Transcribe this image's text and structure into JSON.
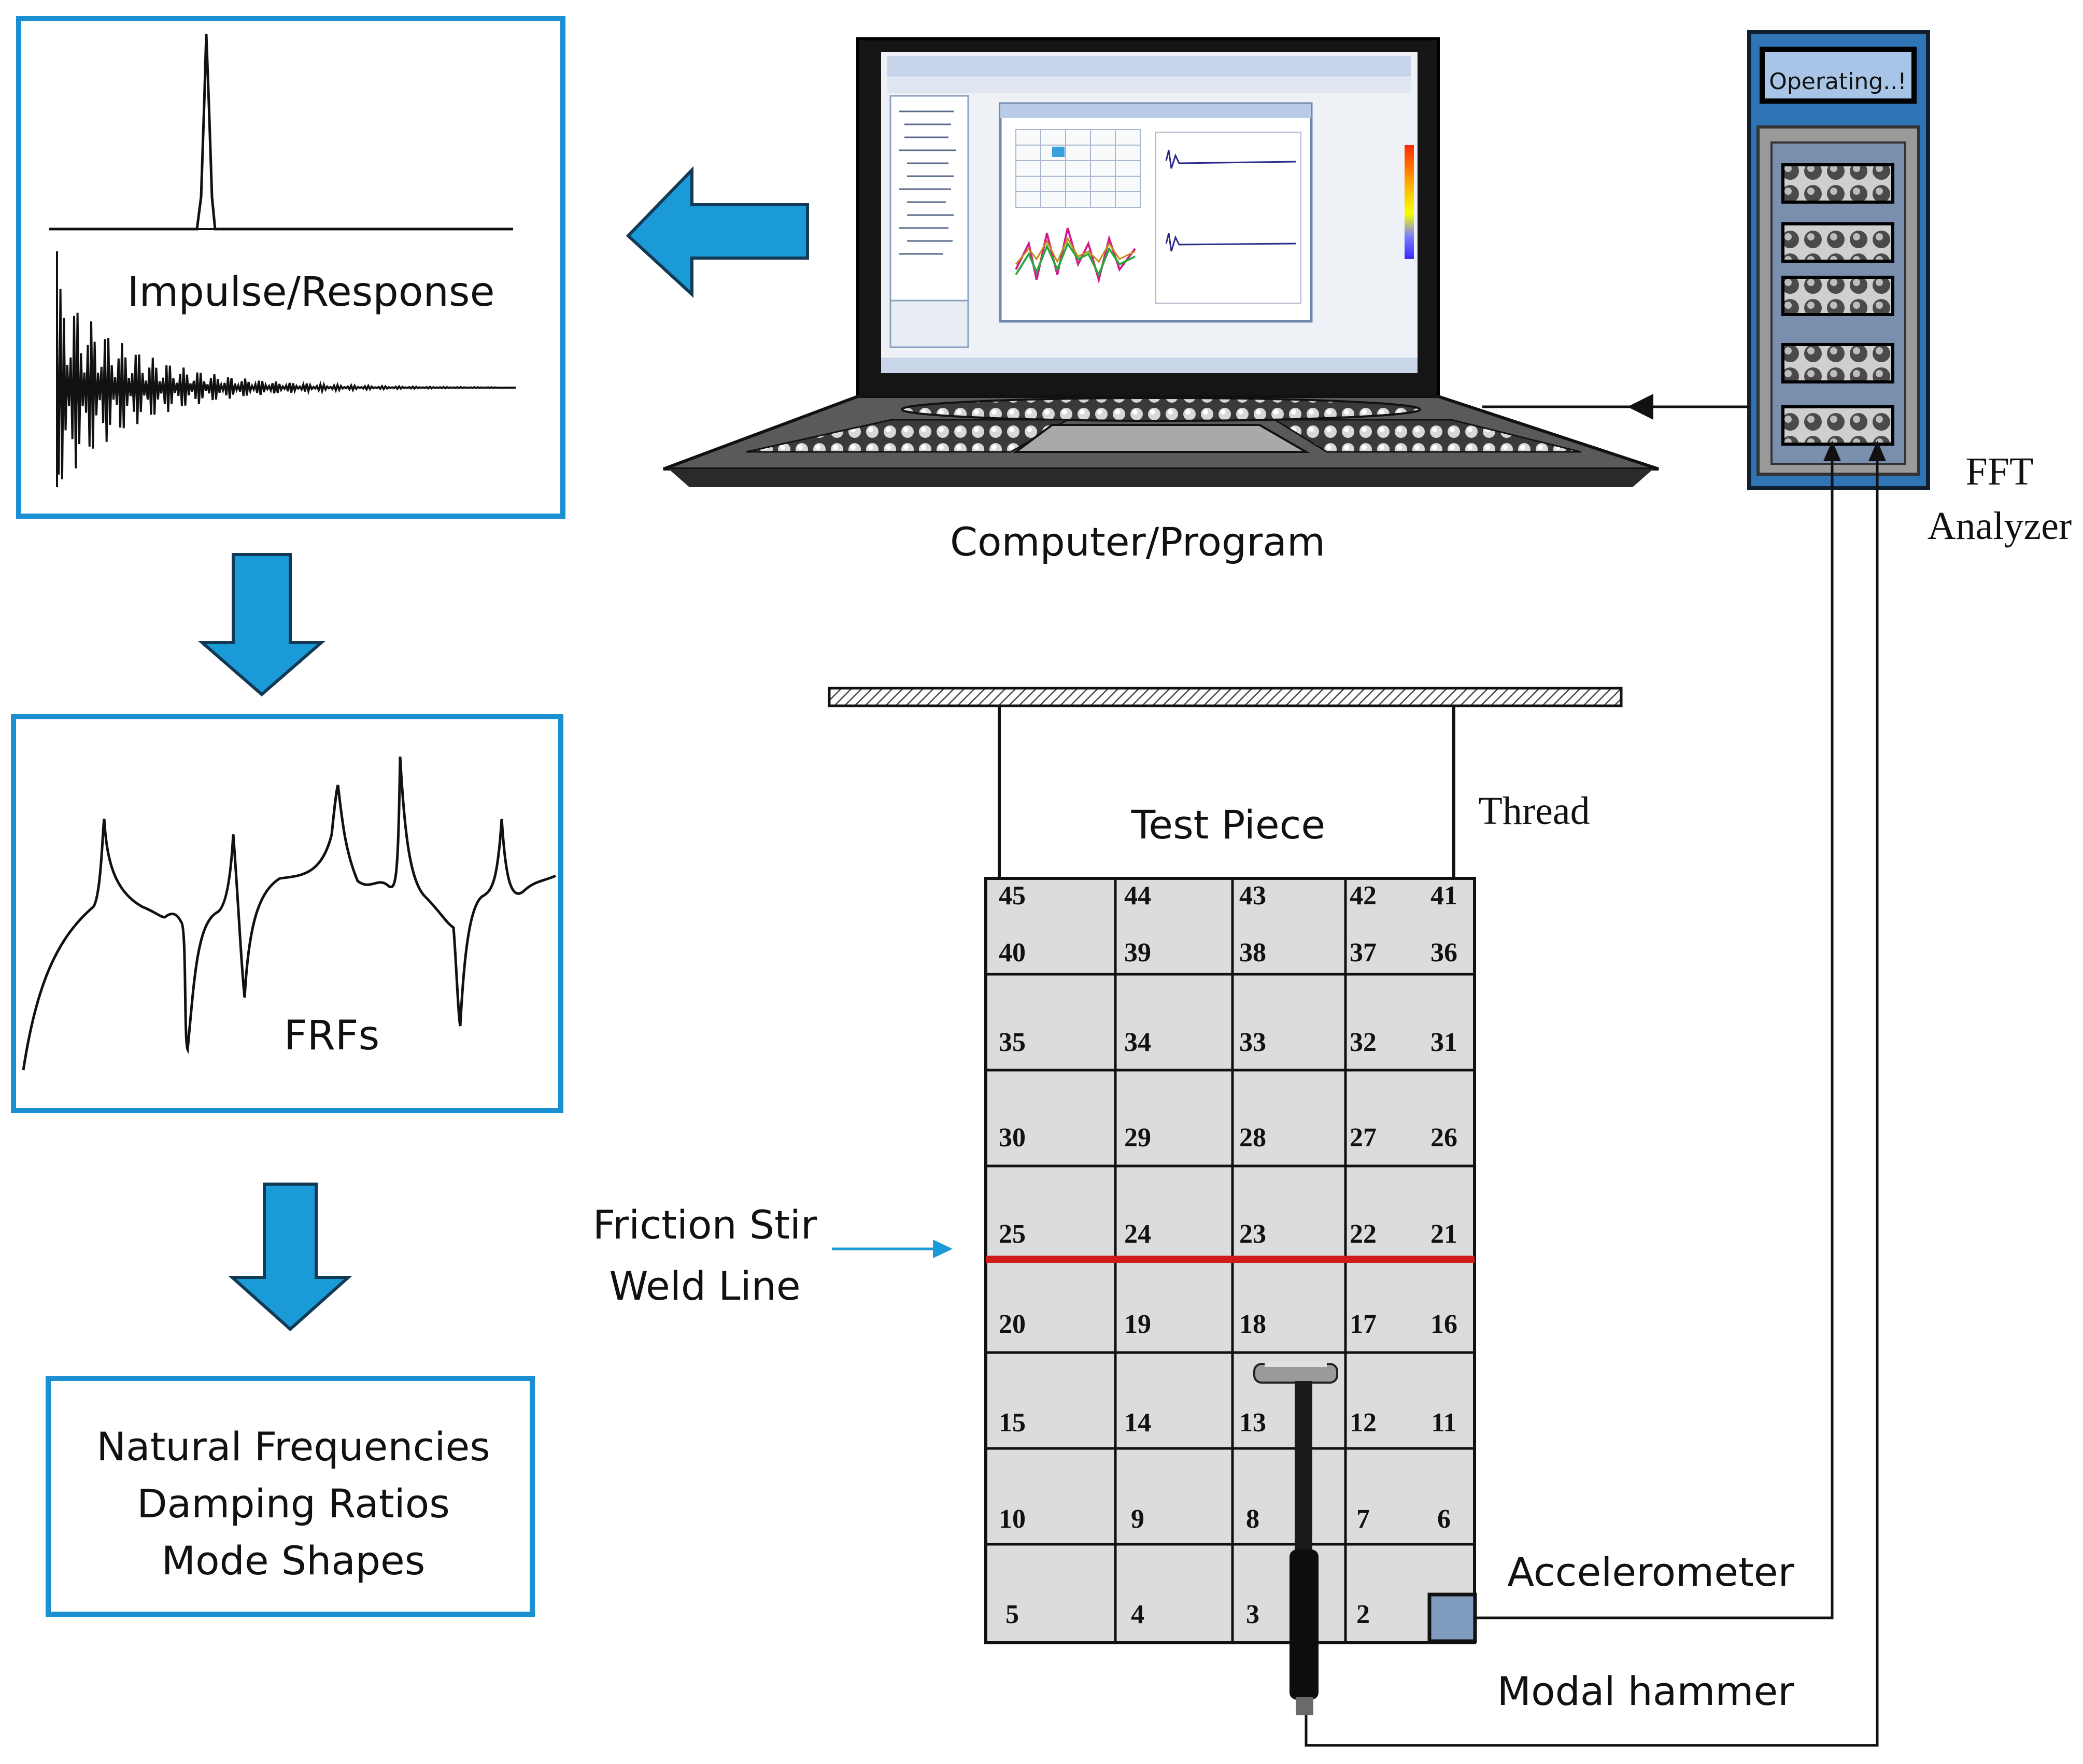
{
  "flow": {
    "impulse_label": "Impulse/Response",
    "frf_label": "FRFs",
    "results": [
      "Natural Frequencies",
      "Damping Ratios",
      "Mode Shapes"
    ]
  },
  "equipment": {
    "computer_label": "Computer/Program",
    "analyzer_screen": "Operating..!",
    "analyzer_label": [
      "FFT",
      "Analyzer"
    ]
  },
  "test_setup": {
    "test_piece_label": "Test Piece",
    "thread_label": "Thread",
    "weld_label": [
      "Friction Stir",
      "Weld Line"
    ],
    "accelerometer_label": "Accelerometer",
    "hammer_label": "Modal hammer",
    "grid_points": [
      "45",
      "44",
      "43",
      "42",
      "41",
      "40",
      "39",
      "38",
      "37",
      "36",
      "35",
      "34",
      "33",
      "32",
      "31",
      "30",
      "29",
      "28",
      "27",
      "26",
      "25",
      "24",
      "23",
      "22",
      "21",
      "20",
      "19",
      "18",
      "17",
      "16",
      "15",
      "14",
      "13",
      "12",
      "11",
      "10",
      "9",
      "8",
      "7",
      "6",
      "5",
      "4",
      "3",
      "2"
    ]
  },
  "colors": {
    "accent_blue": "#1a9ad6",
    "weld_red": "#d11a1a",
    "panel_gray": "#dcdcdc",
    "analyzer_body": "#2f74b5"
  }
}
